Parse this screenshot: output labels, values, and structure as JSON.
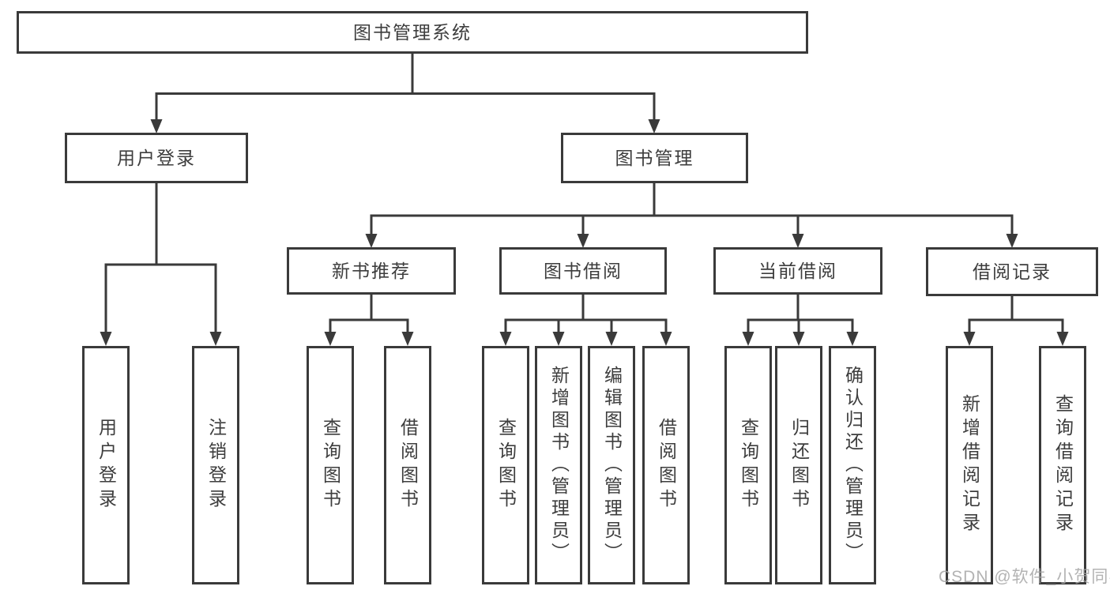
{
  "diagram": {
    "root": "图书管理系统",
    "level2": {
      "user_login": "用户登录",
      "book_management": "图书管理"
    },
    "level3": {
      "new_book_recommend": "新书推荐",
      "book_borrowing": "图书借阅",
      "current_borrowing": "当前借阅",
      "borrowing_records": "借阅记录"
    },
    "leaves": {
      "user_login": "用户登录",
      "logout": "注销登录",
      "recommend_query_books": "查询图书",
      "recommend_borrow_books": "借阅图书",
      "borrowing_query_books": "查询图书",
      "borrowing_add_books_admin": "新增图书（管理员）",
      "borrowing_edit_books_admin": "编辑图书（管理员）",
      "borrowing_borrow_books": "借阅图书",
      "current_query_books": "查询图书",
      "current_return_books": "归还图书",
      "current_confirm_return_admin": "确认归还（管理员）",
      "records_add_record": "新增借阅记录",
      "records_query_record": "查询借阅记录"
    },
    "colors": {
      "line": "#3a3a3a",
      "box_border": "#3a3a3a",
      "text": "#3d3d3d",
      "watermark": "#a6a6a6",
      "background": "#ffffff"
    },
    "watermark": "CSDN @软件_小贺同学"
  }
}
